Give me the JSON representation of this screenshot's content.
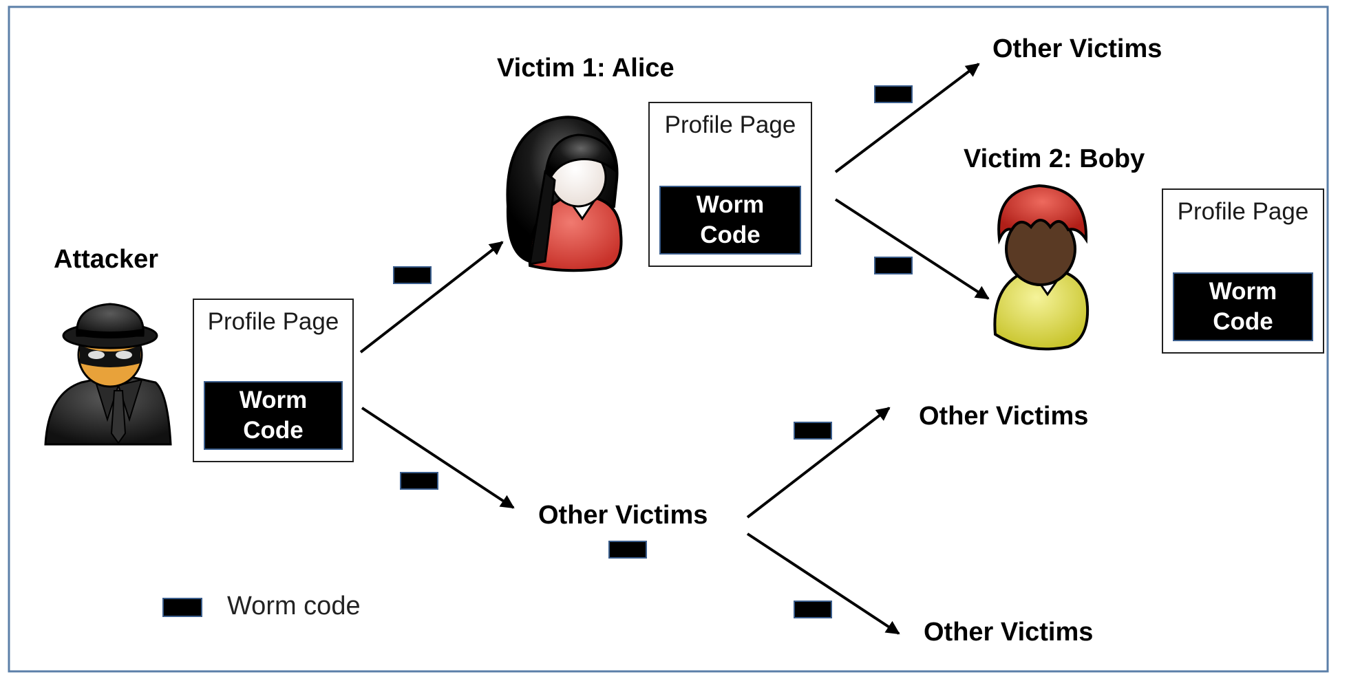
{
  "nodes": {
    "attacker": "Attacker",
    "victim1": "Victim 1: Alice",
    "victim2": "Victim 2: Boby",
    "other_top": "Other Victims",
    "other_middle": "Other Victims",
    "other_lower": "Other Victims",
    "other_bottom": "Other Victims"
  },
  "profile_box": {
    "title": "Profile Page",
    "code_line1": "Worm",
    "code_line2": "Code"
  },
  "legend": {
    "label": "Worm code"
  },
  "colors": {
    "border": "#5b7fa8",
    "chip_fill": "#000000",
    "chip_border": "#3a5d8c",
    "alice_hair": "#111111",
    "alice_shirt": "#d9443b",
    "boby_hair": "#c8322a",
    "boby_skin": "#5a3a24",
    "boby_shirt": "#e2e04a"
  },
  "icons": [
    "spy-icon",
    "alice-avatar-icon",
    "boby-avatar-icon"
  ]
}
